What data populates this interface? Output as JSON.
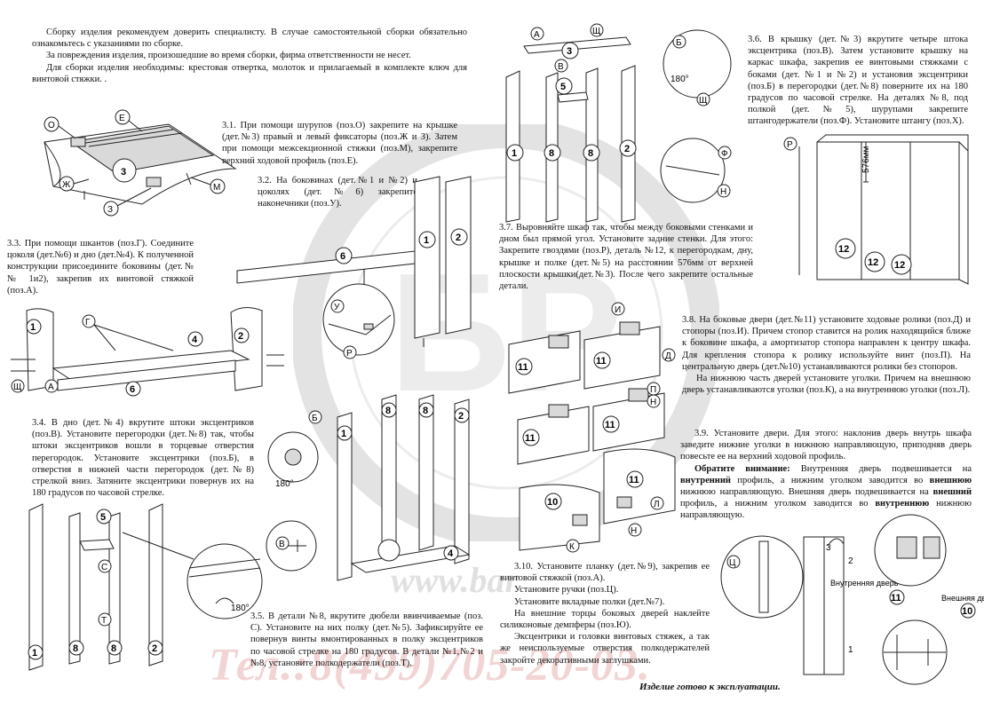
{
  "intro": {
    "p1": "Сборку изделия рекомендуем доверить специалисту. В случае самостоятельной сборки обязательно ознакомьтесь с указаниями по сборке.",
    "p2": "За повреждения изделия, произошедшие во время сборки, фирма ответственности не несет.",
    "p3": "Для сборки изделия необходимы: крестовая отвертка, молоток и прилагаемый в комплекте ключ для винтовой стяжки. ."
  },
  "steps": {
    "s31": "3.1. При помощи шурупов (поз.О) закрепите на крышке (дет.№3) правый и левый фиксаторы (поз.Ж и З). Затем при помощи межсекционной стяжки (поз.М), закрепите верхний ходовой профиль (поз.Е).",
    "s32": "3.2. На боковинах (дет.№1 и №2) и цоколях (дет.№6) закрепите наконечники (поз.У).",
    "s33": "3.3. При помощи шкантов (поз.Г). Соедините цоколя (дет.№6) и дно (дет.№4). К полученной конструкции присоедините боковины (дет.№№ 1и2), закрепив их винтовой стяжкой (поз.А).",
    "s34": "3.4. В дно (дет.№4) вкрутите штоки эксцентриков (поз.В). Установите перегородки (дет.№8) так, чтобы штоки эксцентриков вошли в торцевые отверстия перегородок. Установите эксцентрики (поз.Б), в отверстия в нижней части перегородок (дет.№8) стрелкой вниз. Затяните эксцентрики повернув их на 180 градусов по часовой стрелке.",
    "s35": "3.5. В детали №8, вкрутите дюбели ввинчиваемые (поз. С). Установите на них полку (дет.№5). Зафиксируйте ее повернув винты вмонтированных в полку эксцентриков по часовой стрелке на 180 градусов. В детали №1,№2 и №8, установите полкодержатели (поз.Т).",
    "s36": "3.6. В крышку (дет.№3) вкрутите четыре штока эксцентрика (поз.В). Затем установите крышку на каркас шкафа, закрепив ее винтовыми стяжками с боками (дет. №1 и №2) и установив эксцентрики (поз.Б) в перегородки (дет.№8) поверните их на 180 градусов по часовой стрелке. На деталях №8, под полкой (дет.№5), шурупами закрепите штангодержатели (поз.Ф). Установите штангу (поз.Х).",
    "s37": "3.7. Выровняйте шкаф так, чтобы между боковыми стенками и дном был прямой угол. Установите задние стенки. Для этого: Закрепите гвоздями (поз.Р), деталь №12, к перегородкам, дну, крышке и полке (дет.№5) на расстоянии 576мм от верхней плоскости крышки(дет.№3). После чего закрепите остальные детали.",
    "s38a": "3.8. На боковые двери (дет.№11) установите ходовые ролики (поз.Д) и стопоры (поз.И). Причем стопор ставится на ролик находящийся ближе к боковине шкафа, а амортизатор стопора направлен к центру шкафа. Для крепления стопора к ролику используйте винт (поз.П). На центральную дверь (дет.№10) устанавливаются ролики без стопоров.",
    "s38b": "На нижнюю часть дверей установите уголки. Причем на внешнюю дверь устанавливаются уголки (поз.К), а на внутреннюю уголки (поз.Л).",
    "s39a": "3.9. Установите двери. Для этого: наклонив дверь внутрь шкафа заведите нижние уголки в нижнюю направляющую, приподняв дверь повесьте ее на верхний ходовой профиль.",
    "s39_note_label": "Обратите внимание:",
    "s39_note_1": " Внутренняя дверь подвешивается на ",
    "s39_note_2": "внутренний",
    "s39_note_3": " профиль, а нижним уголком заводится во ",
    "s39_note_4": "внешнюю",
    "s39_note_5": " нижнюю направляющую. Внешняя дверь подвешивается на ",
    "s39_note_6": "внешний",
    "s39_note_7": " профиль, а нижним уголком заводится во ",
    "s39_note_8": "внутреннюю",
    "s39_note_9": " нижнюю направляющую.",
    "s310a": "3.10. Установите планку (дет.№9), закрепив ее винтовой стяжкой (поз.А).",
    "s310b": "Установите ручки (поз.Ц).",
    "s310c": "Установите вкладные полки (дет.№7).",
    "s310d": "На внешние торцы боковых дверей наклейте силиконовые демпферы (поз.Ю).",
    "s310e": "Эксцентрики и головки винтовых стяжек, а так же неиспользуемые отверстия полкодержателей закройте декоративными заглушками."
  },
  "footer": "Изделие готово к эксплуатации.",
  "watermark": {
    "url": "www.bar",
    "phone": "Тел.:8(499)705-20-03."
  },
  "labels": {
    "O": "О",
    "E": "Е",
    "ZH": "Ж",
    "Z": "З",
    "M": "М",
    "U": "У",
    "R": "Р",
    "G": "Г",
    "A": "А",
    "SH": "Щ",
    "B": "Б",
    "V": "В",
    "S": "С",
    "T": "Т",
    "F": "Ф",
    "N": "Н",
    "I": "И",
    "D": "Д",
    "K": "К",
    "L": "Л",
    "P": "П",
    "TS": "Ц",
    "deg180": "180°",
    "dim576": "576мм",
    "inner_door": "Внутренняя дверь",
    "outer_door": "Внешняя дверь",
    "n1": "1",
    "n2": "2",
    "n3": "3"
  },
  "parts": [
    "1",
    "2",
    "3",
    "4",
    "5",
    "6",
    "8",
    "10",
    "11",
    "12"
  ]
}
